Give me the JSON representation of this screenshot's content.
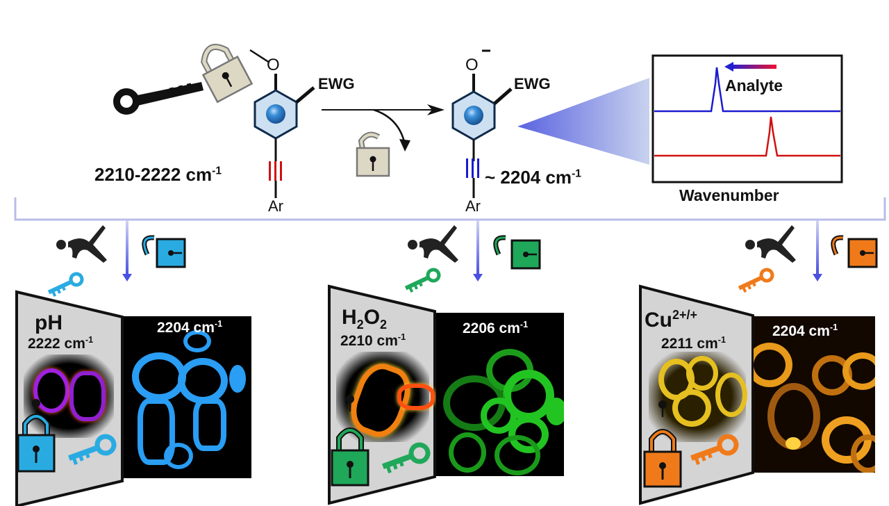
{
  "scheme": {
    "reactant": {
      "substituent_top": "O",
      "substituent_side": "EWG",
      "bottom": "Ar",
      "wavenumber_label": "2210-2222 cm",
      "wavenumber_sup": "-1",
      "triple_bond_color": "#d01010"
    },
    "product": {
      "substituent_top": "O",
      "charge": "−",
      "substituent_side": "EWG",
      "bottom": "Ar",
      "wavenumber_label": "~ 2204 cm",
      "wavenumber_sup": "-1",
      "triple_bond_color": "#1a1ad0"
    },
    "spectrum": {
      "annotation": "Analyte",
      "xlabel": "Wavenumber",
      "blue_trace_color": "#1a1ad0",
      "red_trace_color": "#d01010"
    }
  },
  "panels": [
    {
      "analyte": "pH",
      "analyte_sup": "",
      "locked_wavenumber": "2222 cm",
      "locked_sup": "-1",
      "unlocked_wavenumber": "2204 cm",
      "unlocked_sup": "-1",
      "accent": "#29abe2",
      "cell_color": "#2a9df4"
    },
    {
      "analyte": "H",
      "analyte_sub1": "2",
      "analyte_mid": "O",
      "analyte_sub2": "2",
      "locked_wavenumber": "2210 cm",
      "locked_sup": "-1",
      "unlocked_wavenumber": "2206 cm",
      "unlocked_sup": "-1",
      "accent": "#1fa85a",
      "cell_color": "#22c422"
    },
    {
      "analyte": "Cu",
      "analyte_sup": "2+/+",
      "locked_wavenumber": "2211 cm",
      "locked_sup": "-1",
      "unlocked_wavenumber": "2204 cm",
      "unlocked_sup": "-1",
      "accent": "#f07a1a",
      "cell_color": "#e89a1a"
    }
  ]
}
